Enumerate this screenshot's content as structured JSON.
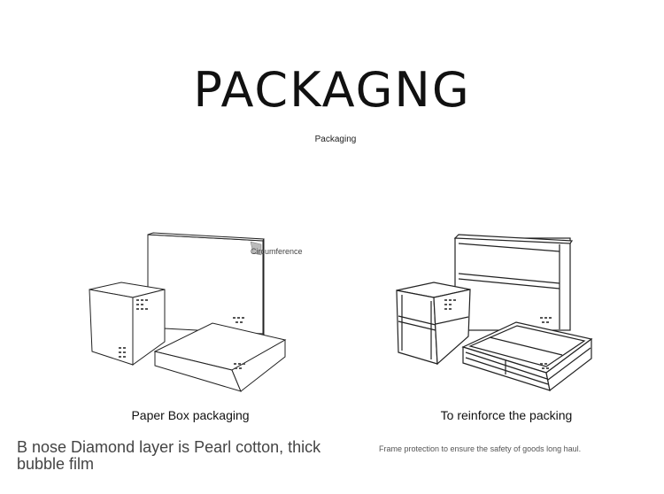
{
  "header": {
    "title": "PACKAGNG",
    "subtitle": "Packaging"
  },
  "illustration": {
    "callout": "Circumference"
  },
  "left_panel": {
    "caption": "Paper Box packaging",
    "description": "B nose Diamond layer is Pearl cotton, thick bubble film"
  },
  "right_panel": {
    "caption": "To reinforce the packing",
    "description": "Frame protection to ensure the safety of goods long haul."
  }
}
